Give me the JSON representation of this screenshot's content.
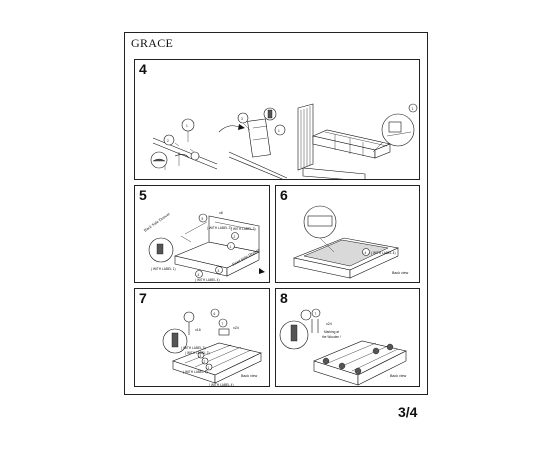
{
  "document": {
    "title": "GRACE",
    "page_number": "3/4"
  },
  "steps": [
    {
      "number": "4",
      "labels": []
    },
    {
      "number": "5",
      "labels": [
        "Back Side Drawer",
        "Front Side Drawer",
        "( WITH LABEL 1)",
        "( WITH LABEL 2)",
        "( WITH LABEL 3)",
        "( WITH LABEL 4)",
        "x8"
      ]
    },
    {
      "number": "6",
      "labels": [
        "( WITH LABEL 4)",
        "Back view"
      ]
    },
    {
      "number": "7",
      "labels": [
        "x16",
        "x24",
        "( WITH LABEL 3)",
        "( WITH LABEL 2)",
        "( WITH LABEL 1)",
        "( WITH LABEL 4)",
        "Back view"
      ]
    },
    {
      "number": "8",
      "labels": [
        "x24",
        "Marking at",
        "the Wooden !",
        "Back view"
      ]
    }
  ]
}
